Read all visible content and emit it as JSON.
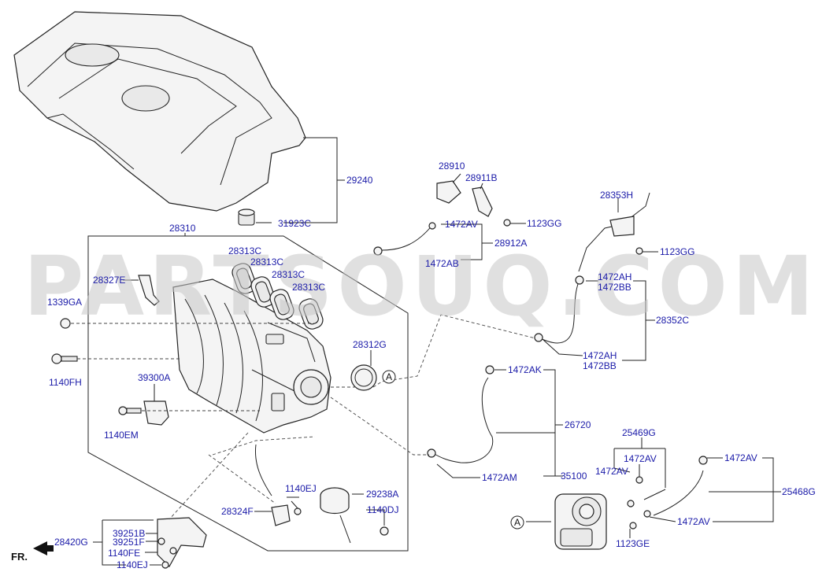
{
  "watermark": "PARTSOUQ.COM",
  "direction_label": "FR.",
  "callouts": {
    "c29240": "29240",
    "c31923C": "31923C",
    "c28310": "28310",
    "c28313C_1": "28313C",
    "c28313C_2": "28313C",
    "c28313C_3": "28313C",
    "c28313C_4": "28313C",
    "c28327E": "28327E",
    "c1339GA": "1339GA",
    "c1140FH": "1140FH",
    "c39300A": "39300A",
    "c1140EM": "1140EM",
    "c28312G": "28312G",
    "c28910": "28910",
    "c28911B": "28911B",
    "c1472AV_top": "1472AV",
    "c1123GG_1": "1123GG",
    "c28912A": "28912A",
    "c1472AB": "1472AB",
    "c28353H": "28353H",
    "c1123GG_2": "1123GG",
    "c1472AH_1": "1472AH",
    "c1472BB_1": "1472BB",
    "c28352C": "28352C",
    "c1472AH_2": "1472AH",
    "c1472BB_2": "1472BB",
    "c1472AK": "1472AK",
    "c26720": "26720",
    "c1472AM": "1472AM",
    "c35100": "35100",
    "c25469G": "25469G",
    "c1472AV_2": "1472AV",
    "c1472AV_3": "1472AV",
    "c1472AV_4": "1472AV",
    "c1472AV_5": "1472AV",
    "c25468G": "25468G",
    "c1123GE": "1123GE",
    "c1140EJ_1": "1140EJ",
    "c29238A": "29238A",
    "c28324F": "28324F",
    "c1140DJ": "1140DJ",
    "c39251B": "39251B",
    "c39251F": "39251F",
    "c28420G": "28420G",
    "c1140FE": "1140FE",
    "c1140EJ_2": "1140EJ"
  },
  "markers": {
    "a1": "A",
    "a2": "A"
  }
}
